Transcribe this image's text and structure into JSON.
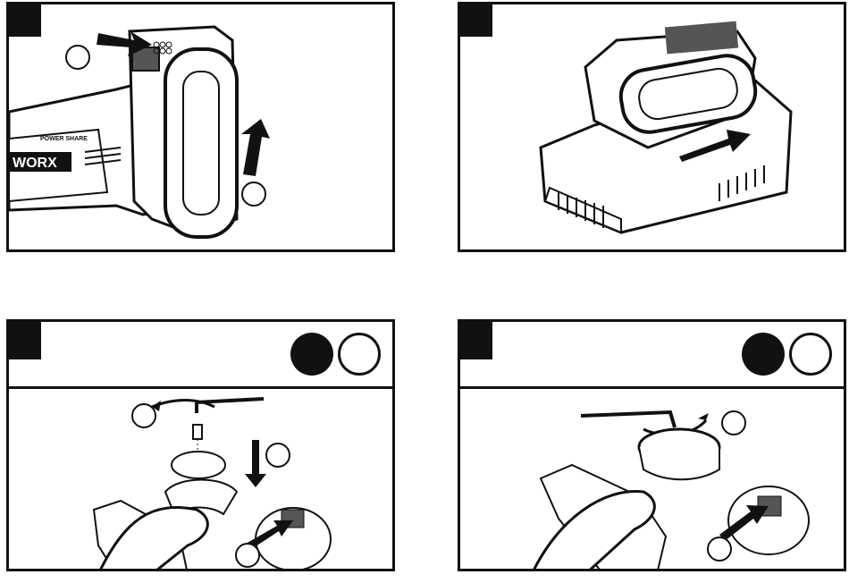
{
  "figure": {
    "panels": [
      {
        "id": "remove-battery",
        "callouts": [
          "",
          ""
        ]
      },
      {
        "id": "charge-battery",
        "callouts": []
      },
      {
        "id": "install-disc",
        "callouts": [
          "",
          "",
          ""
        ],
        "icons": [
          "read-manual-icon",
          "remove-battery-icon"
        ]
      },
      {
        "id": "tighten-flange",
        "callouts": [
          "",
          ""
        ],
        "icons": [
          "read-manual-icon",
          "remove-battery-icon"
        ]
      }
    ],
    "brand_logo": "WORX",
    "tool_label": "POWER SHARE"
  },
  "colors": {
    "ink": "#111111",
    "paper": "#ffffff",
    "shade": "#d9d9d9"
  }
}
